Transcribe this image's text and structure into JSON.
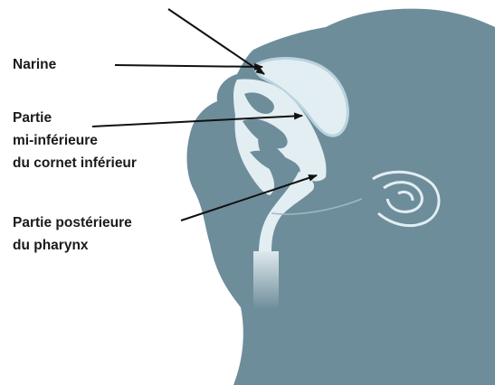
{
  "labels": {
    "narine": "Narine",
    "cornet": [
      "Partie",
      "mi-inférieure",
      "du cornet inférieur"
    ],
    "pharynx": [
      "Partie postérieure",
      "du pharynx"
    ]
  },
  "colors": {
    "head": "#6e8d9b",
    "cavity": "#e2eef2",
    "cavity_edge": "#b9d4de",
    "arrow": "#111111",
    "text": "#1a1a1a"
  }
}
